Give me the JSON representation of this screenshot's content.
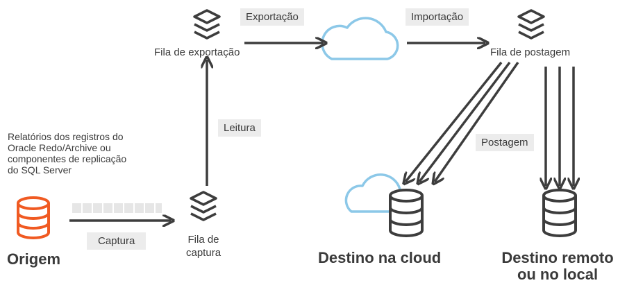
{
  "nodes": {
    "export_queue": "Fila de exportação",
    "post_queue": "Fila de postagem",
    "capture_queue_lines": [
      "Fila de",
      "captura"
    ],
    "origin": "Origem",
    "cloud_target": "Destino na cloud",
    "remote_target_lines": [
      "Destino remoto",
      "ou no local"
    ]
  },
  "edges": {
    "export": "Exportação",
    "import": "Importação",
    "read": "Leitura",
    "post": "Postagem",
    "capture": "Captura"
  },
  "source_note_lines": [
    "Relatórios dos registros do",
    "Oracle Redo/Archive ou",
    "componentes de replicação",
    "do SQL Server"
  ],
  "colors": {
    "origin": "#f05a22",
    "icons": "#3d3d3d",
    "cloud": "#8cc8e8",
    "tag_bg": "#ececec"
  }
}
